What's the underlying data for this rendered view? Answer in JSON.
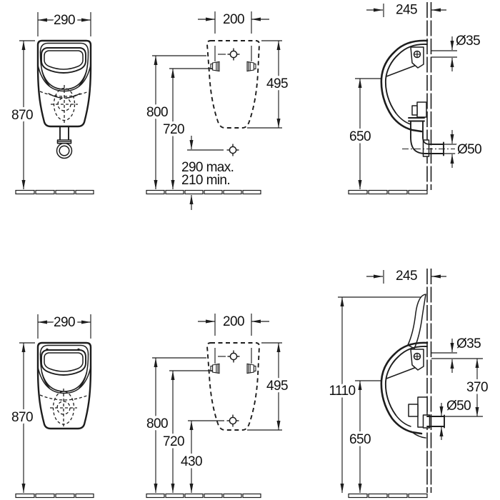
{
  "meta": {
    "description": "Urinal installation dimension drawing, six orthographic views (two model variants)",
    "colors": {
      "line": "#1d1d1d",
      "background": "#ffffff"
    }
  },
  "views": {
    "top_front": {
      "width": "290",
      "height": "870"
    },
    "top_template": {
      "width": "200",
      "body_height": "495",
      "inlet_height": "800",
      "fixing_height": "720",
      "note_max": "290 max.",
      "note_min": "210 min."
    },
    "top_side": {
      "depth": "245",
      "inlet_dia": "Ø35",
      "outlet_dia": "Ø50",
      "rim_height": "650"
    },
    "bottom_front": {
      "width": "290",
      "height": "870"
    },
    "bottom_template": {
      "width": "200",
      "body_height": "495",
      "inlet_height": "800",
      "fixing_height": "720",
      "outlet_height": "430"
    },
    "bottom_side": {
      "depth": "245",
      "inlet_dia": "Ø35",
      "inlet_to_outlet": "370",
      "outlet_dia": "Ø50",
      "rim_height": "650",
      "overall_height": "1110"
    }
  }
}
